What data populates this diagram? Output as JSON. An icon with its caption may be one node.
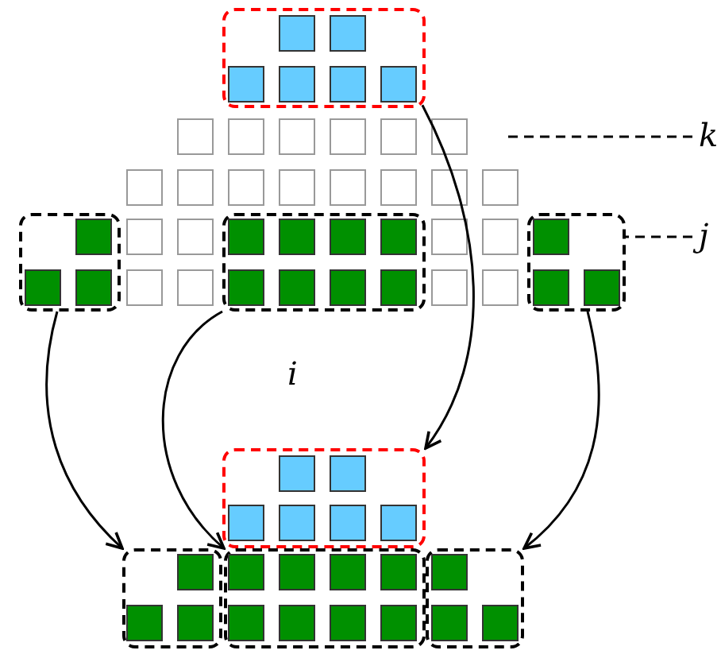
{
  "diagram": {
    "nodes": [
      {
        "text": [],
        "shape": "box"
      },
      {
        "text": [],
        "shape": "box"
      },
      {
        "text": [],
        "shape": "box"
      },
      {
        "text": [],
        "shape": "box"
      },
      {
        "text": [],
        "shape": "box"
      },
      {
        "text": [],
        "shape": "box"
      },
      {
        "text": [],
        "shape": "box"
      },
      {
        "text": [],
        "shape": "box"
      },
      {
        "text": [
          "k"
        ]
      },
      {
        "text": [
          "j"
        ]
      }
    ],
    "edges": [
      {
        "from": 0,
        "to": 4,
        "arrow": "to"
      },
      {
        "from": 1,
        "to": 5,
        "arrow": "to"
      },
      {
        "from": 2,
        "to": 6,
        "arrow": "to"
      },
      {
        "from": 3,
        "to": 7,
        "arrow": "to"
      },
      {
        "from": 8,
        "to": null,
        "arrow": "none",
        "style": "dashed"
      },
      {
        "from": 9,
        "to": 3,
        "arrow": "none",
        "style": "dashed"
      }
    ],
    "labels": [
      "i"
    ]
  }
}
